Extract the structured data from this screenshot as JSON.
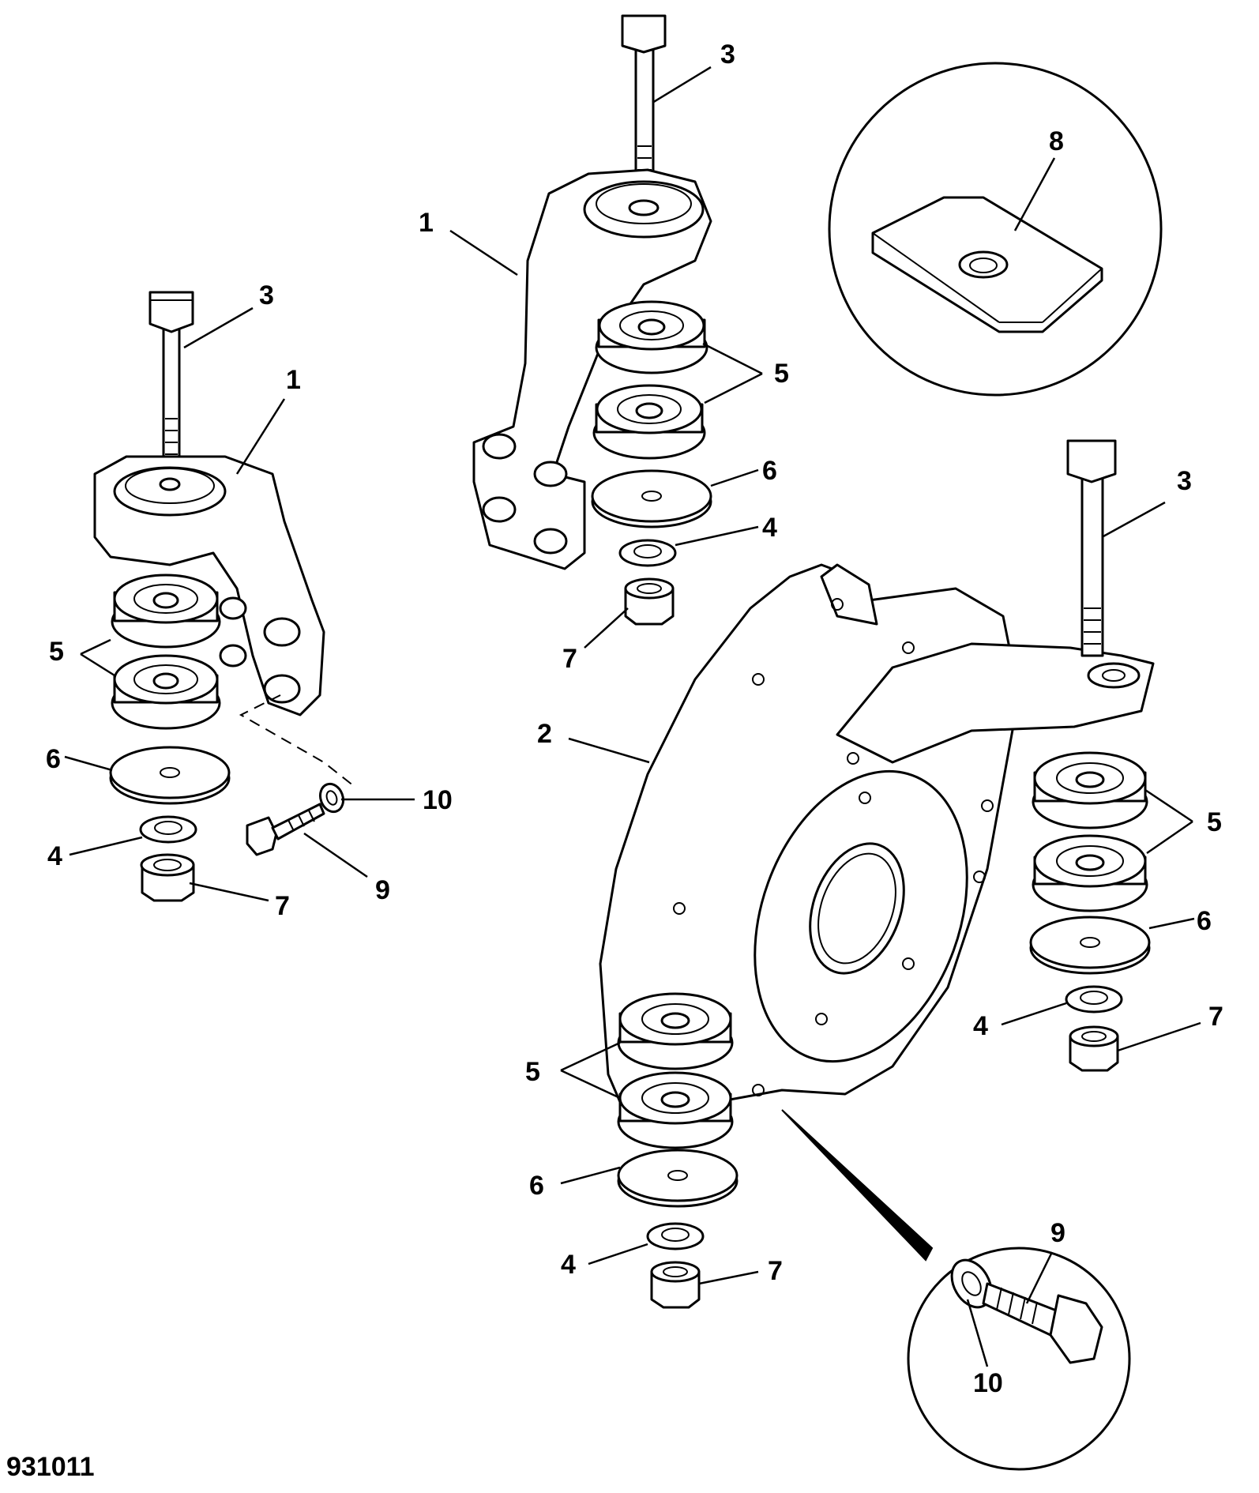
{
  "figure": {
    "drawing_number": "931011"
  },
  "callouts": {
    "left_bracket": "1",
    "left_bolt": "3",
    "left_bush": "5",
    "left_plate": "6",
    "left_washer": "4",
    "left_nut": "7",
    "left_setscrew": "9",
    "left_spring_washer": "10",
    "top_bracket": "1",
    "top_bolt": "3",
    "top_bush": "5",
    "top_plate": "6",
    "top_washer": "4",
    "top_nut": "7",
    "inset_tapped_plate": "8",
    "housing": "2",
    "right_bolt": "3",
    "right_bush": "5",
    "right_plate": "6",
    "right_washer": "4",
    "right_nut": "7",
    "bottom_bush": "5",
    "bottom_plate": "6",
    "bottom_washer": "4",
    "bottom_nut": "7",
    "inset_setscrew": "9",
    "inset_washer": "10"
  },
  "colors": {
    "line": "#000000",
    "background": "#ffffff"
  }
}
